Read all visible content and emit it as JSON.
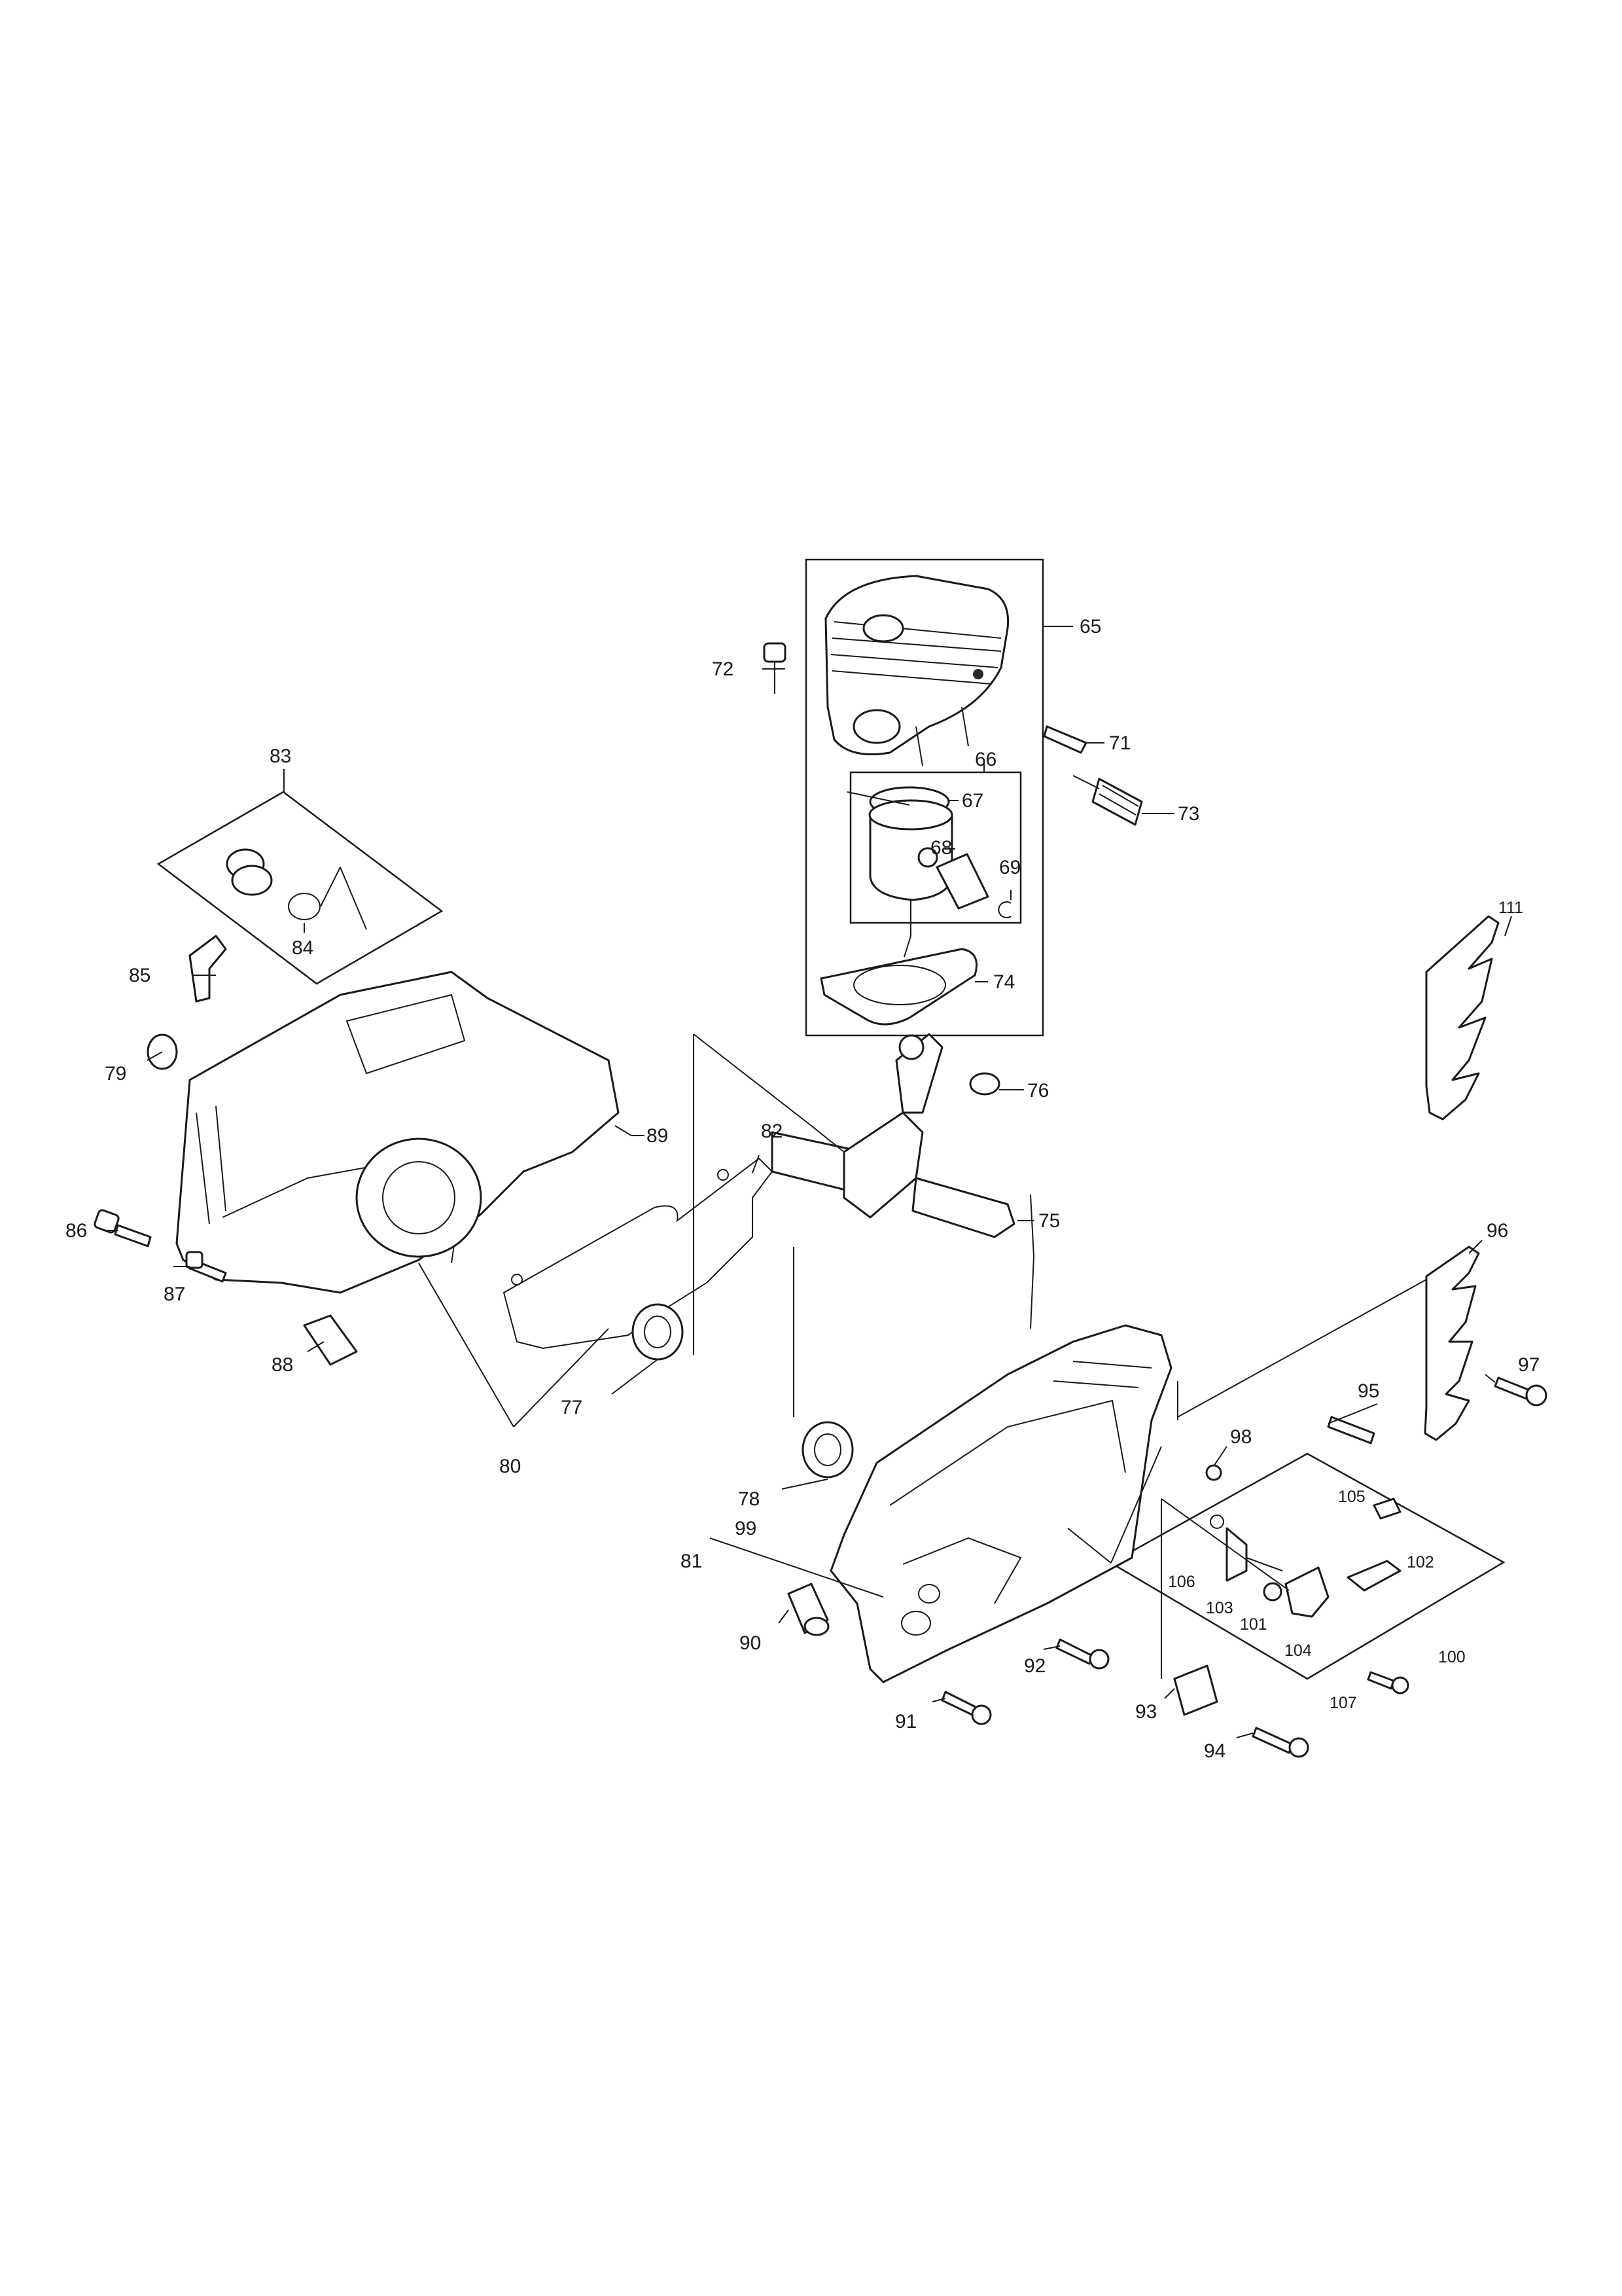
{
  "diagram": {
    "callouts": {
      "c65": "65",
      "c66": "66",
      "c67": "67",
      "c68": "68",
      "c69": "69",
      "c71": "71",
      "c72": "72",
      "c73": "73",
      "c74": "74",
      "c75": "75",
      "c76": "76",
      "c77": "77",
      "c78": "78",
      "c79": "79",
      "c80": "80",
      "c81": "81",
      "c82": "82",
      "c83": "83",
      "c84": "84",
      "c85": "85",
      "c86": "86",
      "c87": "87",
      "c88": "88",
      "c89": "89",
      "c90": "90",
      "c91": "91",
      "c92": "92",
      "c93": "93",
      "c94": "94",
      "c95": "95",
      "c96": "96",
      "c97": "97",
      "c98": "98",
      "c99": "99",
      "c100": "100",
      "c101": "101",
      "c102": "102",
      "c103": "103",
      "c104": "104",
      "c105": "105",
      "c106": "106",
      "c107": "107",
      "c111": "111"
    }
  }
}
